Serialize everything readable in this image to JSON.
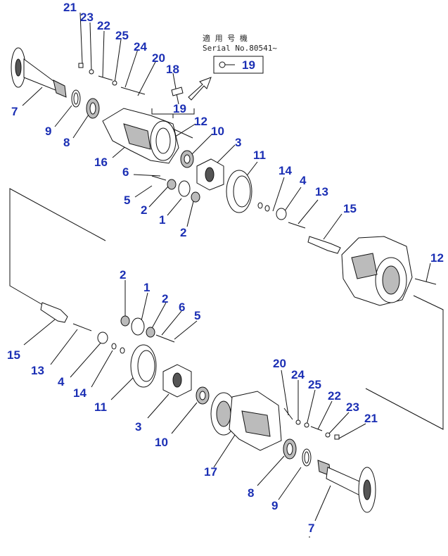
{
  "note": {
    "line1": "適 用 号 機",
    "line2": "Serial No.80541~",
    "box_callout": "19"
  },
  "callout_color": "#1b2fb4",
  "callouts": [
    {
      "id": "c-21-top",
      "text": "21"
    },
    {
      "id": "c-23-top",
      "text": "23"
    },
    {
      "id": "c-22-top",
      "text": "22"
    },
    {
      "id": "c-25-top",
      "text": "25"
    },
    {
      "id": "c-24-top",
      "text": "24"
    },
    {
      "id": "c-20-top",
      "text": "20"
    },
    {
      "id": "c-18",
      "text": "18"
    },
    {
      "id": "c-19",
      "text": "19"
    },
    {
      "id": "c-7-top",
      "text": "7"
    },
    {
      "id": "c-9-top",
      "text": "9"
    },
    {
      "id": "c-8-top",
      "text": "8"
    },
    {
      "id": "c-16",
      "text": "16"
    },
    {
      "id": "c-12-top",
      "text": "12"
    },
    {
      "id": "c-10-top",
      "text": "10"
    },
    {
      "id": "c-3-top",
      "text": "3"
    },
    {
      "id": "c-6-top",
      "text": "6"
    },
    {
      "id": "c-5-top",
      "text": "5"
    },
    {
      "id": "c-2-top-a",
      "text": "2"
    },
    {
      "id": "c-1-top",
      "text": "1"
    },
    {
      "id": "c-2-top-b",
      "text": "2"
    },
    {
      "id": "c-11-top",
      "text": "11"
    },
    {
      "id": "c-14-top",
      "text": "14"
    },
    {
      "id": "c-4-top",
      "text": "4"
    },
    {
      "id": "c-13-top",
      "text": "13"
    },
    {
      "id": "c-15-top",
      "text": "15"
    },
    {
      "id": "c-12-right",
      "text": "12"
    },
    {
      "id": "c-2-bot-a",
      "text": "2"
    },
    {
      "id": "c-1-bot",
      "text": "1"
    },
    {
      "id": "c-2-bot-b",
      "text": "2"
    },
    {
      "id": "c-6-bot",
      "text": "6"
    },
    {
      "id": "c-5-bot",
      "text": "5"
    },
    {
      "id": "c-15-bot",
      "text": "15"
    },
    {
      "id": "c-13-bot",
      "text": "13"
    },
    {
      "id": "c-4-bot",
      "text": "4"
    },
    {
      "id": "c-14-bot",
      "text": "14"
    },
    {
      "id": "c-11-bot",
      "text": "11"
    },
    {
      "id": "c-3-bot",
      "text": "3"
    },
    {
      "id": "c-10-bot",
      "text": "10"
    },
    {
      "id": "c-20-bot",
      "text": "20"
    },
    {
      "id": "c-24-bot",
      "text": "24"
    },
    {
      "id": "c-25-bot",
      "text": "25"
    },
    {
      "id": "c-22-bot",
      "text": "22"
    },
    {
      "id": "c-23-bot",
      "text": "23"
    },
    {
      "id": "c-21-bot",
      "text": "21"
    },
    {
      "id": "c-17",
      "text": "17"
    },
    {
      "id": "c-8-bot",
      "text": "8"
    },
    {
      "id": "c-9-bot",
      "text": "9"
    },
    {
      "id": "c-7-bot",
      "text": "7"
    }
  ]
}
